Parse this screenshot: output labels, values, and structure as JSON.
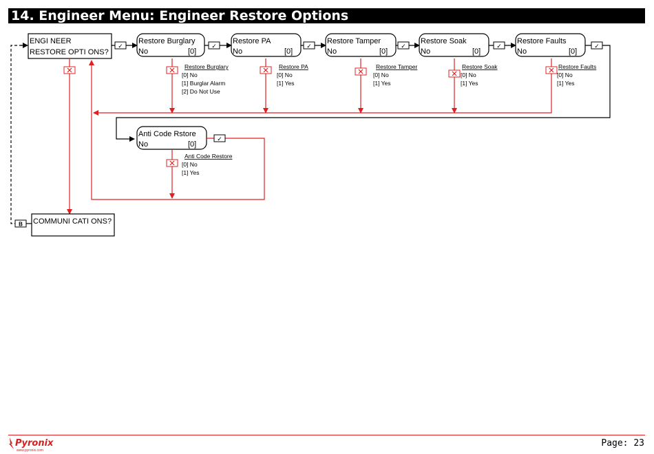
{
  "header": {
    "title": "14.  Engineer Menu: Engineer Restore Options"
  },
  "menu_box": {
    "line1": "ENGI NEER",
    "line2": "RESTORE OPTI ONS?"
  },
  "next_box": {
    "label": "COMMUNI CATI ONS?"
  },
  "b_label": "B",
  "tick_glyph": "✓",
  "steps": [
    {
      "title": "Restore Burglary",
      "value": "No",
      "code": "[0]",
      "options_header": "Restore Burglary",
      "options": [
        "[0] No",
        "[1] Burglar Alarm",
        "[2] Do Not Use"
      ]
    },
    {
      "title": "Restore PA",
      "value": "No",
      "code": "[0]",
      "options_header": "Restore PA",
      "options": [
        "[0] No",
        "[1] Yes"
      ]
    },
    {
      "title": "Restore Tamper",
      "value": "No",
      "code": "[0]",
      "options_header": "Restore Tamper",
      "options": [
        "[0] No",
        "[1] Yes"
      ]
    },
    {
      "title": "Restore Soak",
      "value": "No",
      "code": "[0]",
      "options_header": "Restore Soak",
      "options": [
        "[0] No",
        "[1] Yes"
      ]
    },
    {
      "title": "Restore Faults",
      "value": "No",
      "code": "[0]",
      "options_header": "Restore Faults",
      "options": [
        "[0] No",
        "[1] Yes"
      ]
    }
  ],
  "anti_code": {
    "title": "Anti Code Rstore",
    "value": "No",
    "code": "[0]",
    "options_header": "Anti Code Restore",
    "options": [
      "[0] No",
      "[1] Yes"
    ]
  },
  "footer": {
    "page": "Page: 23",
    "brand": "Pyronix",
    "url": "www.pyronix.com"
  },
  "colors": {
    "accent_red": "#e02020",
    "header_bg": "#000000"
  }
}
